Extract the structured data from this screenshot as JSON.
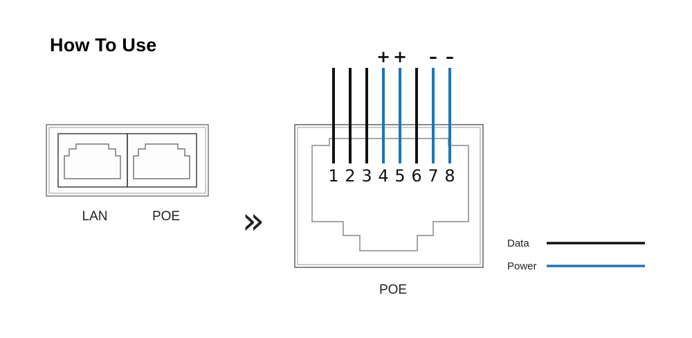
{
  "title": "How To Use",
  "ports": [
    "LAN",
    "POE"
  ],
  "arrow_glyph": "»",
  "connector_label": "POE",
  "pins": [
    {
      "number": "1",
      "type": "data"
    },
    {
      "number": "2",
      "type": "data"
    },
    {
      "number": "3",
      "type": "data"
    },
    {
      "number": "4",
      "type": "power",
      "polarity": "+"
    },
    {
      "number": "5",
      "type": "power",
      "polarity": "+"
    },
    {
      "number": "6",
      "type": "data"
    },
    {
      "number": "7",
      "type": "power",
      "polarity": "–"
    },
    {
      "number": "8",
      "type": "power",
      "polarity": "–"
    }
  ],
  "legend": [
    {
      "label": "Data",
      "type": "data"
    },
    {
      "label": "Power",
      "type": "power"
    }
  ],
  "colors": {
    "data": "#111111",
    "power": "#1f74b8",
    "outline": "#6a6a6a"
  }
}
